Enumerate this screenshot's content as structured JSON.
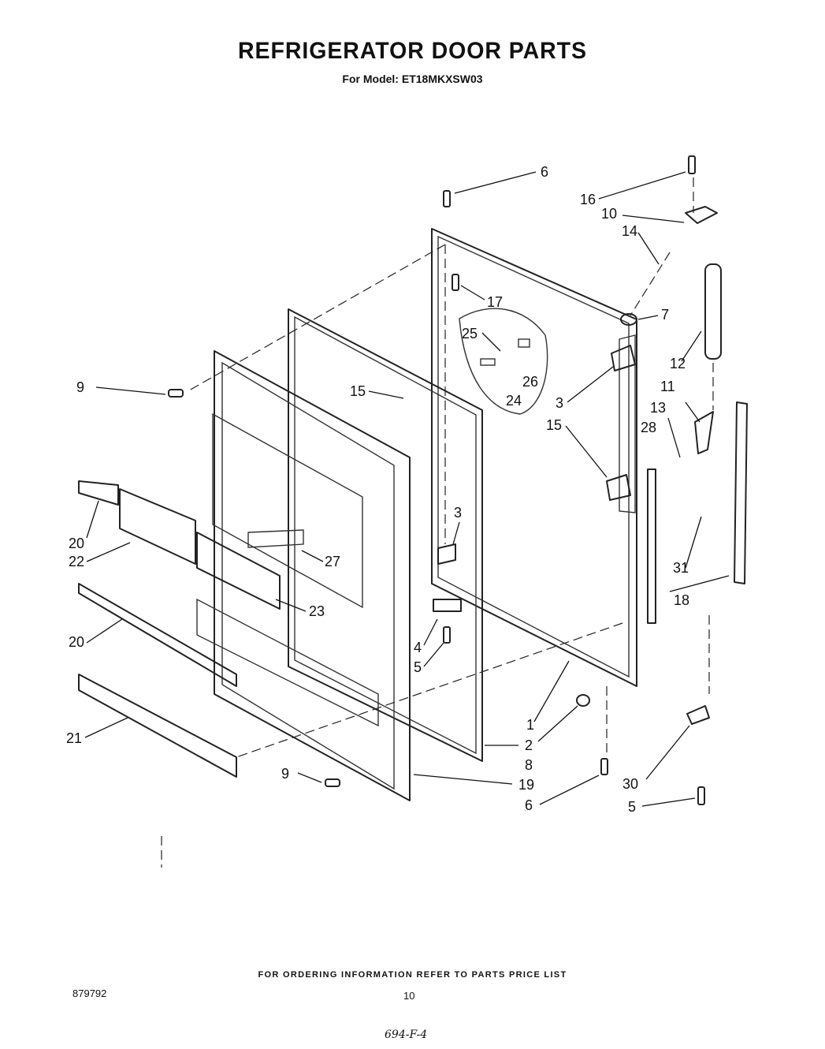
{
  "header": {
    "title": "REFRIGERATOR DOOR PARTS",
    "subtitle": "For Model: ET18MKXSW03"
  },
  "footer": {
    "ordering_note": "FOR ORDERING INFORMATION REFER TO PARTS PRICE LIST",
    "doc_number": "879792",
    "page_number": "10",
    "handwritten_note": "694-F-4"
  },
  "callouts": [
    "6",
    "16",
    "10",
    "14",
    "17",
    "7",
    "25",
    "26",
    "12",
    "9",
    "15",
    "24",
    "3",
    "11",
    "13",
    "28",
    "15",
    "20",
    "22",
    "3",
    "27",
    "31",
    "23",
    "18",
    "20",
    "4",
    "5",
    "1",
    "2",
    "21",
    "8",
    "30",
    "9",
    "19",
    "6",
    "5"
  ]
}
